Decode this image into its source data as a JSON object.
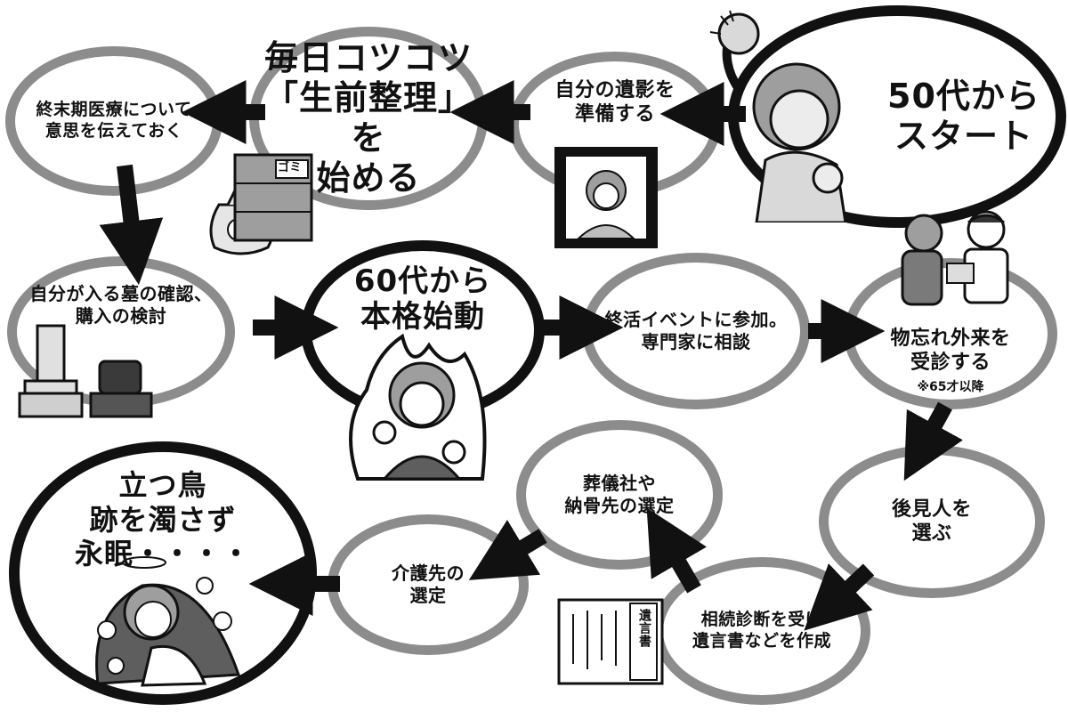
{
  "nodes": {
    "start": "50代から\nスタート",
    "portrait": "自分の遺影を\n準備する",
    "daily": "毎日コツコツ\n「生前整理」を\n始める",
    "endoflife": "終末期医療について\n意思を伝えておく",
    "grave": "自分が入る墓の確認、\n購入の検討",
    "sixties": "60代から\n本格始動",
    "event": "終活イベントに参加。\n専門家に相談",
    "memory": "物忘れ外来を\n受診する",
    "memory_note": "※65才以降",
    "guardian": "後見人を\n選ぶ",
    "will": "相続診断を受け\n遺言書などを作成",
    "funeral": "葬儀社や\n納骨先の選定",
    "care": "介護先の\n選定",
    "rest": "立つ鳥\n跡を濁さず\n永眠・・・・"
  },
  "illustrations": {
    "trash_tag": "ゴミ",
    "will_doc": "遺言書"
  },
  "colors": {
    "ring": "#8c8c8c",
    "ring_bold": "#111111",
    "arrow": "#111111"
  },
  "icons": [
    "trash-bag-icon",
    "dresser-icon",
    "framed-portrait-icon",
    "tombstone-icon",
    "doctor-consult-icon",
    "will-document-icon",
    "cheering-person-icon",
    "fired-up-person-icon",
    "resting-person-icon"
  ]
}
